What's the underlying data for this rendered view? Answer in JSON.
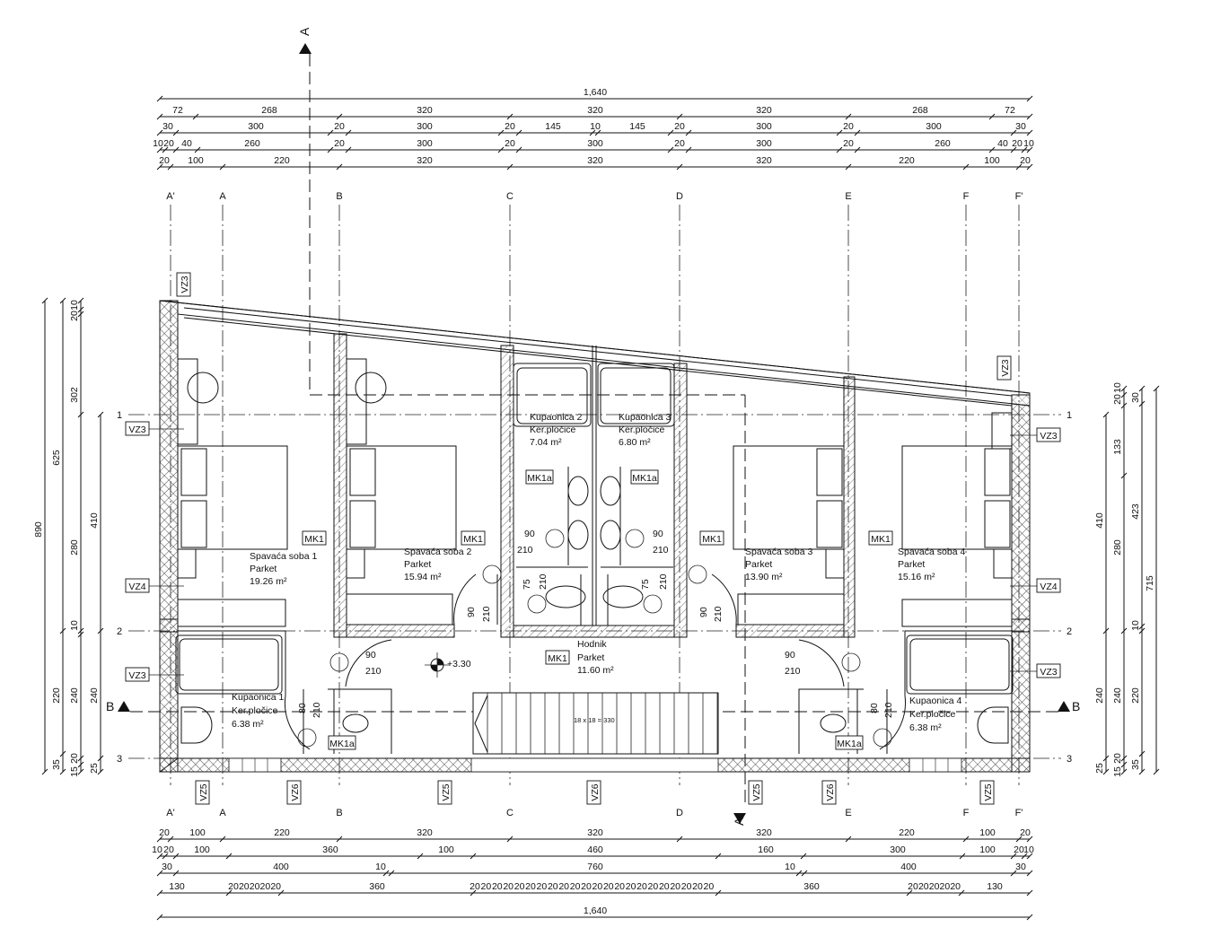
{
  "sections": {
    "a_top": "A",
    "a_bottom": "A",
    "b_left": "B",
    "b_right": "B"
  },
  "grid_columns": [
    "A'",
    "A",
    "B",
    "C",
    "D",
    "E",
    "F",
    "F'"
  ],
  "grid_rows": [
    "1",
    "2",
    "3"
  ],
  "dims_top": [
    [
      "1,640"
    ],
    [
      "72",
      "268",
      "320",
      "320",
      "320",
      "268",
      "72"
    ],
    [
      "30",
      "300",
      "20",
      "300",
      "20",
      "145",
      "10",
      "145",
      "20",
      "300",
      "20",
      "300",
      "30"
    ],
    [
      "10",
      "20",
      "40",
      "260",
      "20",
      "300",
      "20",
      "300",
      "20",
      "300",
      "20",
      "260",
      "40",
      "20",
      "10"
    ],
    [
      "20",
      "100",
      "220",
      "320",
      "320",
      "320",
      "220",
      "100",
      "20"
    ]
  ],
  "dims_bottom": [
    [
      "20",
      "100",
      "220",
      "320",
      "320",
      "320",
      "220",
      "100",
      "20"
    ],
    [
      "10",
      "20",
      "100",
      "360",
      "100",
      "460",
      "160",
      "300",
      "100",
      "20",
      "10"
    ],
    [
      "30",
      "400",
      "10",
      "760",
      "10",
      "400",
      "30"
    ],
    [
      "130",
      "20",
      "20",
      "20",
      "20",
      "20",
      "360",
      "20",
      "20",
      "20",
      "20",
      "20",
      "20",
      "20",
      "20",
      "20",
      "20",
      "20",
      "20",
      "20",
      "20",
      "20",
      "20",
      "20",
      "20",
      "20",
      "20",
      "20",
      "20",
      "360",
      "20",
      "20",
      "20",
      "20",
      "20",
      "130"
    ],
    [
      "1,640"
    ]
  ],
  "dims_left": [
    [
      "890"
    ],
    [
      "625",
      "220",
      "35"
    ],
    [
      "20",
      "10",
      "302",
      "280",
      "10",
      "240",
      "15",
      "20"
    ],
    [
      "410",
      "240",
      "25"
    ]
  ],
  "dims_right": [
    [
      "410",
      "240",
      "25"
    ],
    [
      "10",
      "20",
      "133",
      "280",
      "240",
      "15",
      "20"
    ],
    [
      "30",
      "423",
      "10",
      "220",
      "35"
    ],
    [
      "715"
    ]
  ],
  "rooms": [
    {
      "name": "Spavaća soba 1",
      "floor": "Parket",
      "area": "19.26 m²"
    },
    {
      "name": "Spavaća soba 2",
      "floor": "Parket",
      "area": "15.94 m²"
    },
    {
      "name": "Kupaonica 2",
      "floor": "Ker.pločice",
      "area": "7.04 m²"
    },
    {
      "name": "Kupaonica 3",
      "floor": "Ker.pločice",
      "area": "6.80 m²"
    },
    {
      "name": "Spavaća soba 3",
      "floor": "Parket",
      "area": "13.90 m²"
    },
    {
      "name": "Spavaća soba 4",
      "floor": "Parket",
      "area": "15.16 m²"
    },
    {
      "name": "Hodnik",
      "floor": "Parket",
      "area": "11.60 m²"
    },
    {
      "name": "Kupaonica 1",
      "floor": "Ker.pločice",
      "area": "6.38 m²"
    },
    {
      "name": "Kupaonica 4",
      "floor": "Ker.pločice",
      "area": "6.38 m²"
    }
  ],
  "tags": {
    "vz3": "VZ3",
    "vz4": "VZ4",
    "vz5": "VZ5",
    "vz6": "VZ6",
    "mk1": "MK1",
    "mk1a": "MK1a"
  },
  "doors": {
    "w90": "90",
    "w80": "80",
    "w75": "75",
    "h210": "210"
  },
  "elevation": "+3.30",
  "stair": "18 x 18 = 330"
}
